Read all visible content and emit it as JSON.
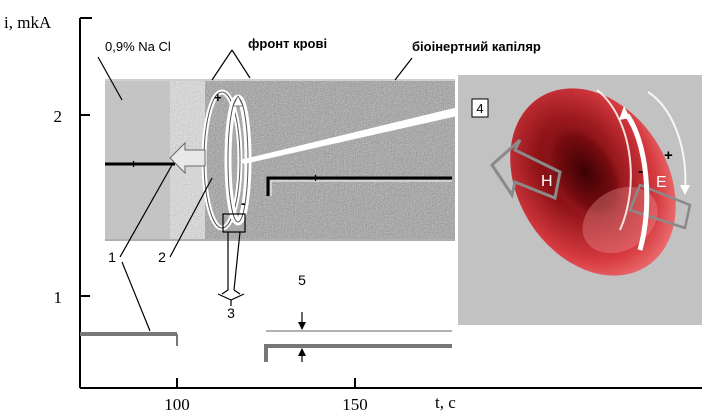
{
  "axes": {
    "y_label": "i, mkA",
    "x_label": "t, c",
    "y_ticks": [
      "2",
      "1"
    ],
    "x_ticks": [
      "100",
      "150"
    ]
  },
  "annotations": {
    "saline": "0,9% Na Cl",
    "blood_front": "фронт крові",
    "capillary": "біоінертний капіляр",
    "num1": "1",
    "num2": "2",
    "num3": "3",
    "num4": "4",
    "num5": "5",
    "plus": "+",
    "minus": "-",
    "H": "H",
    "E": "E"
  },
  "colors": {
    "saline_fill": "#c4c4c4",
    "capillary_fill": "#9c9c9c",
    "cell_dark": "#6a0a0a",
    "cell_light": "#e8555a",
    "inset_bg": "#c2c2c2"
  }
}
